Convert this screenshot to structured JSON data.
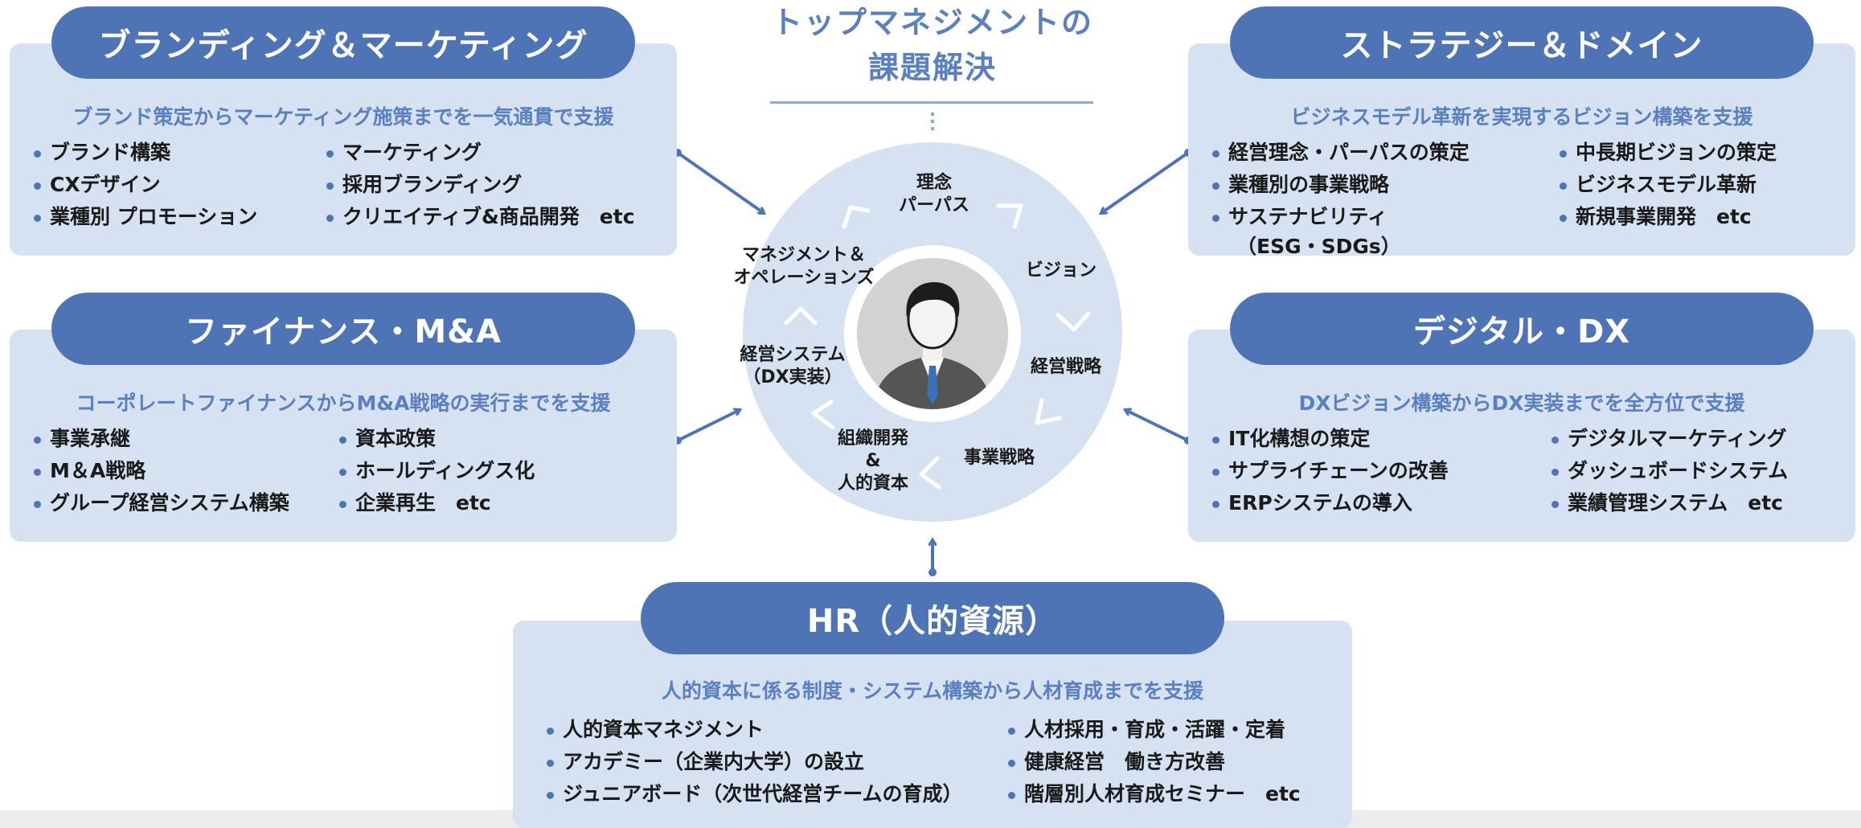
{
  "center": {
    "title_line1": "トップマネジメントの",
    "title_line2": "課題解決",
    "ring_labels": [
      {
        "line1": "理念",
        "line2": "パーパス",
        "line3": ""
      },
      {
        "line1": "ビジョン",
        "line2": "",
        "line3": ""
      },
      {
        "line1": "経営戦略",
        "line2": "",
        "line3": ""
      },
      {
        "line1": "事業戦略",
        "line2": "",
        "line3": ""
      },
      {
        "line1": "組織開発",
        "line2": "&",
        "line3": "人的資本"
      },
      {
        "line1": "経営システム",
        "line2": "（DX実装）",
        "line3": ""
      },
      {
        "line1": "マネジメント＆",
        "line2": "オペレーションズ",
        "line3": ""
      }
    ]
  },
  "branding": {
    "title": "ブランディング＆マーケティング",
    "subtitle": "ブランド策定からマーケティング施策までを一気通貫で支援",
    "col1": [
      "ブランド構築",
      "CXデザイン",
      "業種別 プロモーション"
    ],
    "col2": [
      "マーケティング",
      "採用ブランディング",
      "クリエイティブ&商品開発　etc"
    ]
  },
  "strategy": {
    "title": "ストラテジー＆ドメイン",
    "subtitle": "ビジネスモデル革新を実現するビジョン構築を支援",
    "col1": [
      "経営理念・パーパスの策定",
      "業種別の事業戦略",
      "サステナビリティ",
      "（ESG・SDGs）"
    ],
    "col2": [
      "中長期ビジョンの策定",
      "ビジネスモデル革新",
      "新規事業開発　etc"
    ]
  },
  "finance": {
    "title": "ファイナンス・M&A",
    "subtitle": "コーポレートファイナンスからM&A戦略の実行までを支援",
    "col1": [
      "事業承継",
      "M＆A戦略",
      "グループ経営システム構築"
    ],
    "col2": [
      "資本政策",
      "ホールディングス化",
      "企業再生　etc"
    ]
  },
  "digital": {
    "title": "デジタル・DX",
    "subtitle": "DXビジョン構築からDX実装までを全方位で支援",
    "col1": [
      "IT化構想の策定",
      "サプライチェーンの改善",
      "ERPシステムの導入"
    ],
    "col2": [
      "デジタルマーケティング",
      "ダッシュボードシステム",
      "業績管理システム　etc"
    ]
  },
  "hr": {
    "title": "HR（人的資源）",
    "subtitle": "人的資本に係る制度・システム構築から人材育成までを支援",
    "col1": [
      "人的資本マネジメント",
      "アカデミー（企業内大学）の設立",
      "ジュニアボード（次世代経営チームの育成）"
    ],
    "col2": [
      "人材採用・育成・活躍・定着",
      "健康経営　働き方改善",
      "階層別人材育成セミナー　etc"
    ]
  },
  "colors": {
    "accent": "#4f74b6",
    "card_bg": "#d6e2f1",
    "subtitle": "#5b80c0"
  }
}
